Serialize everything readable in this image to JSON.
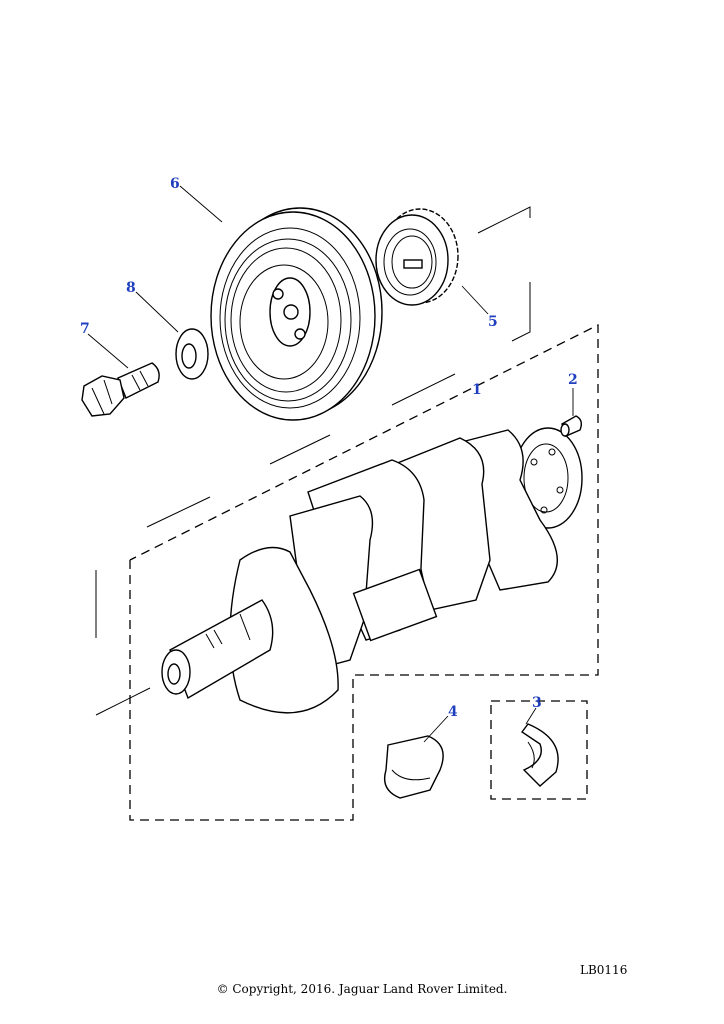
{
  "callouts": [
    {
      "id": "1",
      "label": "1"
    },
    {
      "id": "2",
      "label": "2"
    },
    {
      "id": "3",
      "label": "3"
    },
    {
      "id": "4",
      "label": "4"
    },
    {
      "id": "5",
      "label": "5"
    },
    {
      "id": "6",
      "label": "6"
    },
    {
      "id": "7",
      "label": "7"
    },
    {
      "id": "8",
      "label": "8"
    }
  ],
  "reference_code": "LB0116",
  "copyright": "© Copyright, 2016. Jaguar Land Rover Limited.",
  "colors": {
    "callout": "#1f3fbf",
    "line": "#000000"
  }
}
